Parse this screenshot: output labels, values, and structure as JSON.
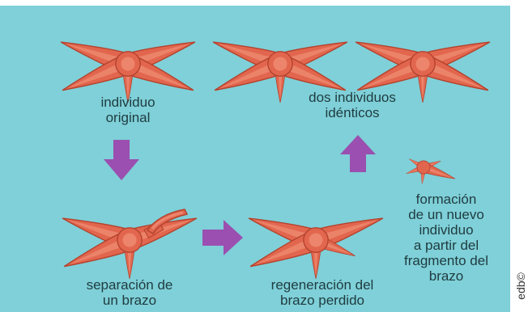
{
  "colors": {
    "background": "#7fd0d8",
    "starfish": "#e2664e",
    "starfish_dark": "#b4432e",
    "starfish_light": "#f39a80",
    "arrow": "#9b4fb0"
  },
  "labels": {
    "original": [
      "individuo",
      "original"
    ],
    "identical": [
      "dos individuos",
      "idénticos"
    ],
    "separation": [
      "separación de",
      "un brazo"
    ],
    "regeneration": [
      "regeneración del",
      "brazo perdido"
    ],
    "formation": [
      "formación",
      "de un nuevo",
      "individuo",
      "a partir del",
      "fragmento del",
      "brazo"
    ]
  },
  "credit": "edb©",
  "icons": {
    "arrow_down": "arrow-down-icon",
    "arrow_right": "arrow-right-icon",
    "arrow_up": "arrow-up-icon"
  }
}
